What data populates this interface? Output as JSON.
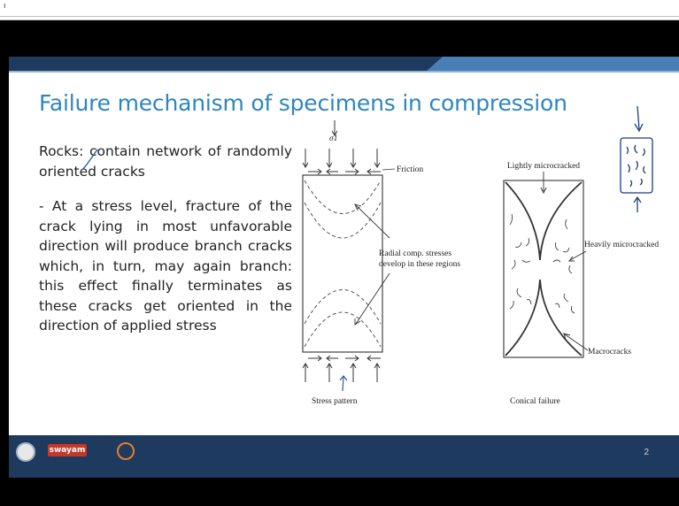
{
  "slide": {
    "title": "Failure mechanism of specimens in compression",
    "paragraphs": [
      "Rocks: contain network of randomly oriented cracks",
      "- At a stress level, fracture of the crack lying in most unfavorable direction will produce branch cracks which, in turn, may again branch: this effect finally terminates as these cracks get oriented in the direction of applied stress"
    ],
    "page_number": "2"
  },
  "figure_left": {
    "sigma_label": "σ1",
    "friction_label": "Friction",
    "radial_label_line1": "Radial comp. stresses",
    "radial_label_line2": "develop in these regions",
    "caption": "Stress pattern"
  },
  "figure_right": {
    "lightly_label": "Lightly microcracked",
    "heavily_label": "Heavily microcracked",
    "macro_label": "Macrocracks",
    "caption": "Conical failure"
  },
  "footer": {
    "logo_text": "swayam"
  },
  "colors": {
    "title": "#2e86c1",
    "header_bar": "#1f3a5f",
    "header_accent": "#4a7fb5"
  }
}
